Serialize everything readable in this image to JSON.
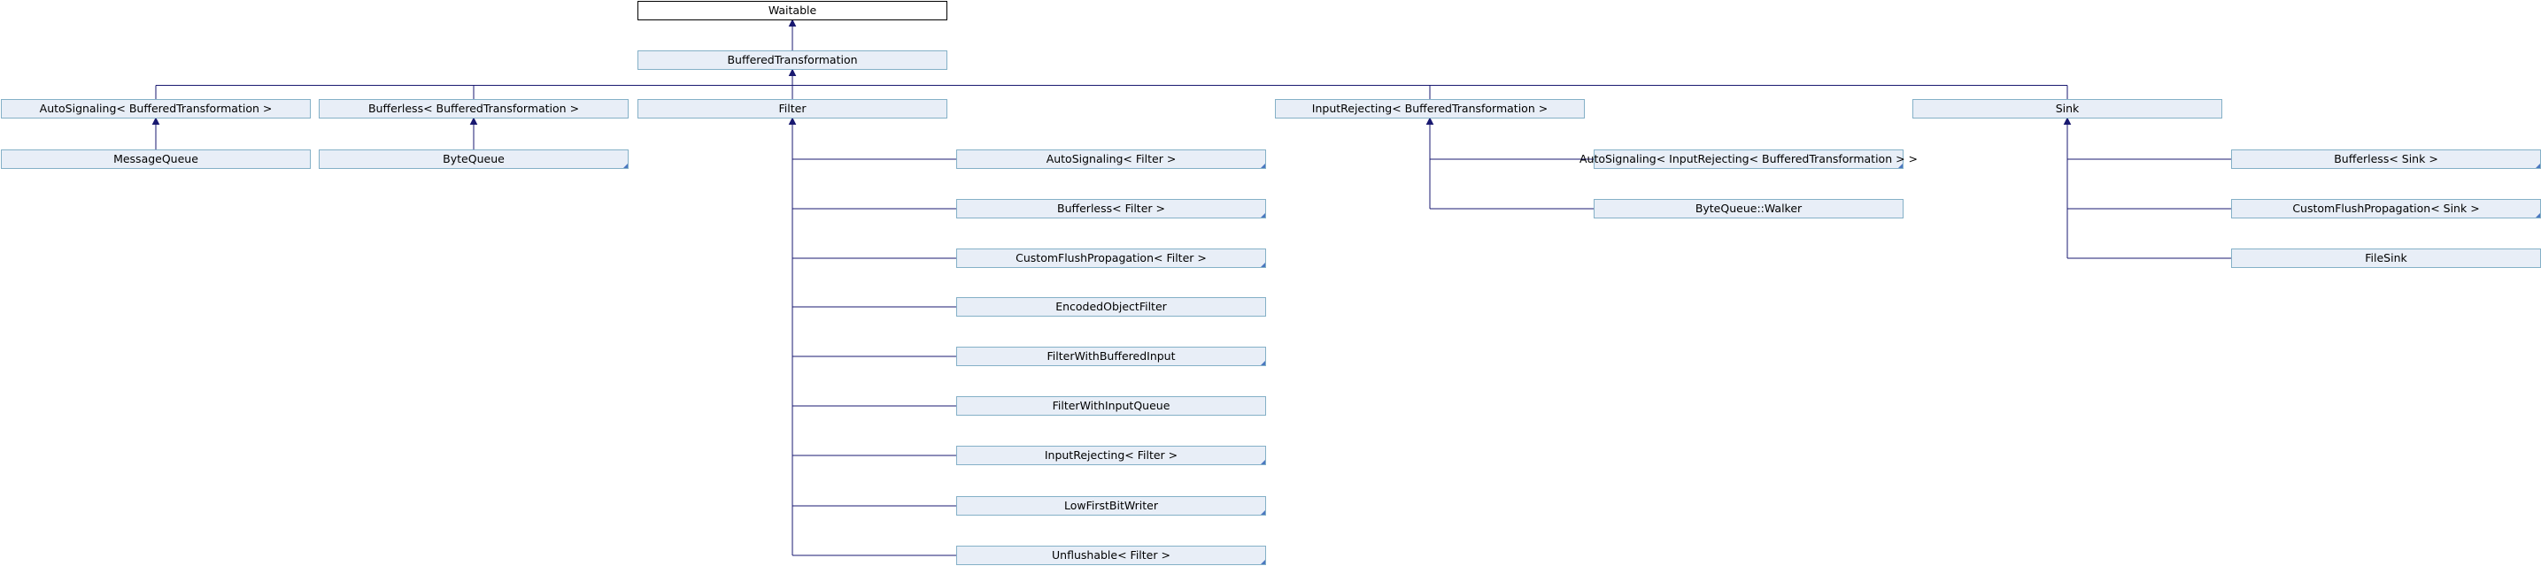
{
  "colors": {
    "edge": "#191970",
    "node_fill": "#e8eef7",
    "node_border": "#84b0c7",
    "root_fill": "#ffffff",
    "root_border": "#000000",
    "corner_marker": "#4a77c0"
  },
  "nodes": [
    {
      "id": "waitable",
      "label": "Waitable",
      "root": true
    },
    {
      "id": "buffered-transformation",
      "label": "BufferedTransformation"
    },
    {
      "id": "auto-signaling-bt",
      "label": "AutoSignaling< BufferedTransformation >"
    },
    {
      "id": "bufferless-bt",
      "label": "Bufferless< BufferedTransformation >"
    },
    {
      "id": "filter",
      "label": "Filter"
    },
    {
      "id": "input-rejecting-bt",
      "label": "InputRejecting< BufferedTransformation >"
    },
    {
      "id": "sink",
      "label": "Sink"
    },
    {
      "id": "message-queue",
      "label": "MessageQueue"
    },
    {
      "id": "byte-queue",
      "label": "ByteQueue",
      "marker": true
    },
    {
      "id": "auto-signaling-filter",
      "label": "AutoSignaling< Filter >",
      "marker": true
    },
    {
      "id": "bufferless-filter",
      "label": "Bufferless< Filter >",
      "marker": true
    },
    {
      "id": "custom-flush-filter",
      "label": "CustomFlushPropagation< Filter >",
      "marker": true
    },
    {
      "id": "encoded-object-filter",
      "label": "EncodedObjectFilter"
    },
    {
      "id": "filter-with-buffered-input",
      "label": "FilterWithBufferedInput",
      "marker": true
    },
    {
      "id": "filter-with-input-queue",
      "label": "FilterWithInputQueue"
    },
    {
      "id": "input-rejecting-filter",
      "label": "InputRejecting< Filter >",
      "marker": true
    },
    {
      "id": "low-first-bit-writer",
      "label": "LowFirstBitWriter",
      "marker": true
    },
    {
      "id": "unflushable-filter",
      "label": "Unflushable< Filter >",
      "marker": true
    },
    {
      "id": "auto-signaling-ir-bt",
      "label": "AutoSignaling< InputRejecting< BufferedTransformation > >",
      "marker": true
    },
    {
      "id": "byte-queue-walker",
      "label": "ByteQueue::Walker"
    },
    {
      "id": "bufferless-sink",
      "label": "Bufferless< Sink >",
      "marker": true
    },
    {
      "id": "custom-flush-sink",
      "label": "CustomFlushPropagation< Sink >",
      "marker": true
    },
    {
      "id": "file-sink",
      "label": "FileSink"
    }
  ]
}
